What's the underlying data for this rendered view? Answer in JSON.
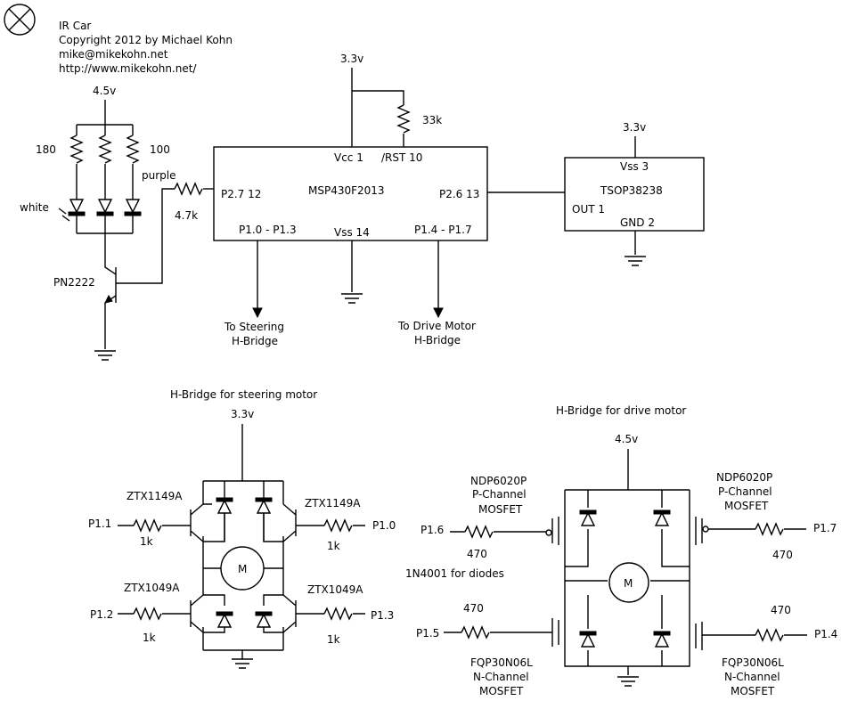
{
  "header": {
    "title": "IR Car",
    "copyright": "Copyright 2012 by Michael Kohn",
    "email": "mike@mikekohn.net",
    "url": "http://www.mikekohn.net/"
  },
  "ir_leds": {
    "supply": "4.5v",
    "r1": "180",
    "r2": "100",
    "led_label": "white",
    "transistor": "PN2222",
    "wire_label": "purple",
    "base_resistor": "4.7k"
  },
  "mcu": {
    "supply": "3.3v",
    "pullup": "33k",
    "name": "MSP430F2013",
    "vcc": "Vcc 1",
    "rst": "/RST 10",
    "p27": "P2.7 12",
    "p26": "P2.6 13",
    "p10_13": "P1.0 - P1.3",
    "vss": "Vss 14",
    "p14_17": "P1.4 - P1.7",
    "to_steering_1": "To Steering",
    "to_steering_2": "H-Bridge",
    "to_drive_1": "To Drive Motor",
    "to_drive_2": "H-Bridge"
  },
  "ir_receiver": {
    "supply": "3.3v",
    "name": "TSOP38238",
    "vss": "Vss 3",
    "out": "OUT 1",
    "gnd": "GND 2"
  },
  "steering_bridge": {
    "title": "H-Bridge for steering motor",
    "supply": "3.3v",
    "pnp": "ZTX1149A",
    "npn": "ZTX1049A",
    "resistor": "1k",
    "motor": "M",
    "pins": [
      "P1.1",
      "P1.0",
      "P1.2",
      "P1.3"
    ]
  },
  "drive_bridge": {
    "title": "H-Bridge for drive motor",
    "supply": "4.5v",
    "pmos_1": "NDP6020P",
    "pmos_2": "P-Channel",
    "pmos_3": "MOSFET",
    "nmos_1": "FQP30N06L",
    "nmos_2": "N-Channel",
    "nmos_3": "MOSFET",
    "resistor": "470",
    "diode_note": "1N4001 for diodes",
    "motor": "M",
    "pins": [
      "P1.6",
      "P1.7",
      "P1.5",
      "P1.4"
    ]
  }
}
